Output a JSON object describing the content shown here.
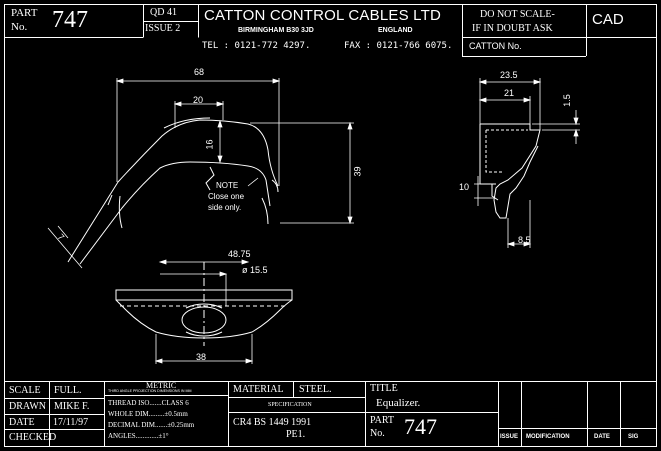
{
  "title_block_top": {
    "part_label_1": "PART",
    "part_label_2": "No.",
    "part_number": "747",
    "qd": "QD 41",
    "issue": "ISSUE 2",
    "company": "CATTON CONTROL CABLES LTD",
    "city": "BIRMINGHAM B30 3JD",
    "country": "ENGLAND",
    "tel": "TEL : 0121-772 4297.",
    "fax": "FAX : 0121-766 6075.",
    "warning_1": "DO NOT SCALE-",
    "warning_2": "IF IN DOUBT ASK",
    "cad": "CAD",
    "catton_no": "CATTON No."
  },
  "drawing": {
    "dims": {
      "overall_width": "68",
      "top_width": "20",
      "depth": "16",
      "height": "39",
      "angle_dim": "7",
      "side_width": "23.5",
      "side_inner": "21",
      "side_thickness": "1.5",
      "side_height": "10",
      "side_bottom": "8.5",
      "slot_len": "48.75",
      "hole_dia": "ø 15.5",
      "bottom_width": "38"
    },
    "note": [
      "NOTE",
      "Close one",
      "side only."
    ]
  },
  "title_block_bottom": {
    "scale_label": "SCALE",
    "scale_value": "FULL.",
    "drawn_label": "DRAWN",
    "drawn_value": "MIKE F.",
    "date_label": "DATE",
    "date_value": "17/11/97",
    "checked_label": "CHECKED",
    "metric": "METRIC",
    "metric_sub": "THIRD ANGLE PROJECTION DIMENSIONS IN MM",
    "thread": "THREAD ISO.......CLASS 6",
    "whole": "WHOLE DIM.........±0.5mm",
    "decimal": "DECIMAL DIM.......±0.25mm",
    "angles": "ANGLES.............±1°",
    "material_label": "MATERIAL",
    "material_value": "STEEL.",
    "specification_label": "SPECIFICATION",
    "spec_1": "CR4  BS  1449  1991",
    "spec_2": "PE1.",
    "title_label": "TITLE",
    "title_value": "Equalizer.",
    "part_label_1": "PART",
    "part_label_2": "No.",
    "part_number": "747",
    "rev_issue": "ISSUE",
    "rev_mod": "MODIFICATION",
    "rev_date": "DATE",
    "rev_sig": "SIG"
  }
}
